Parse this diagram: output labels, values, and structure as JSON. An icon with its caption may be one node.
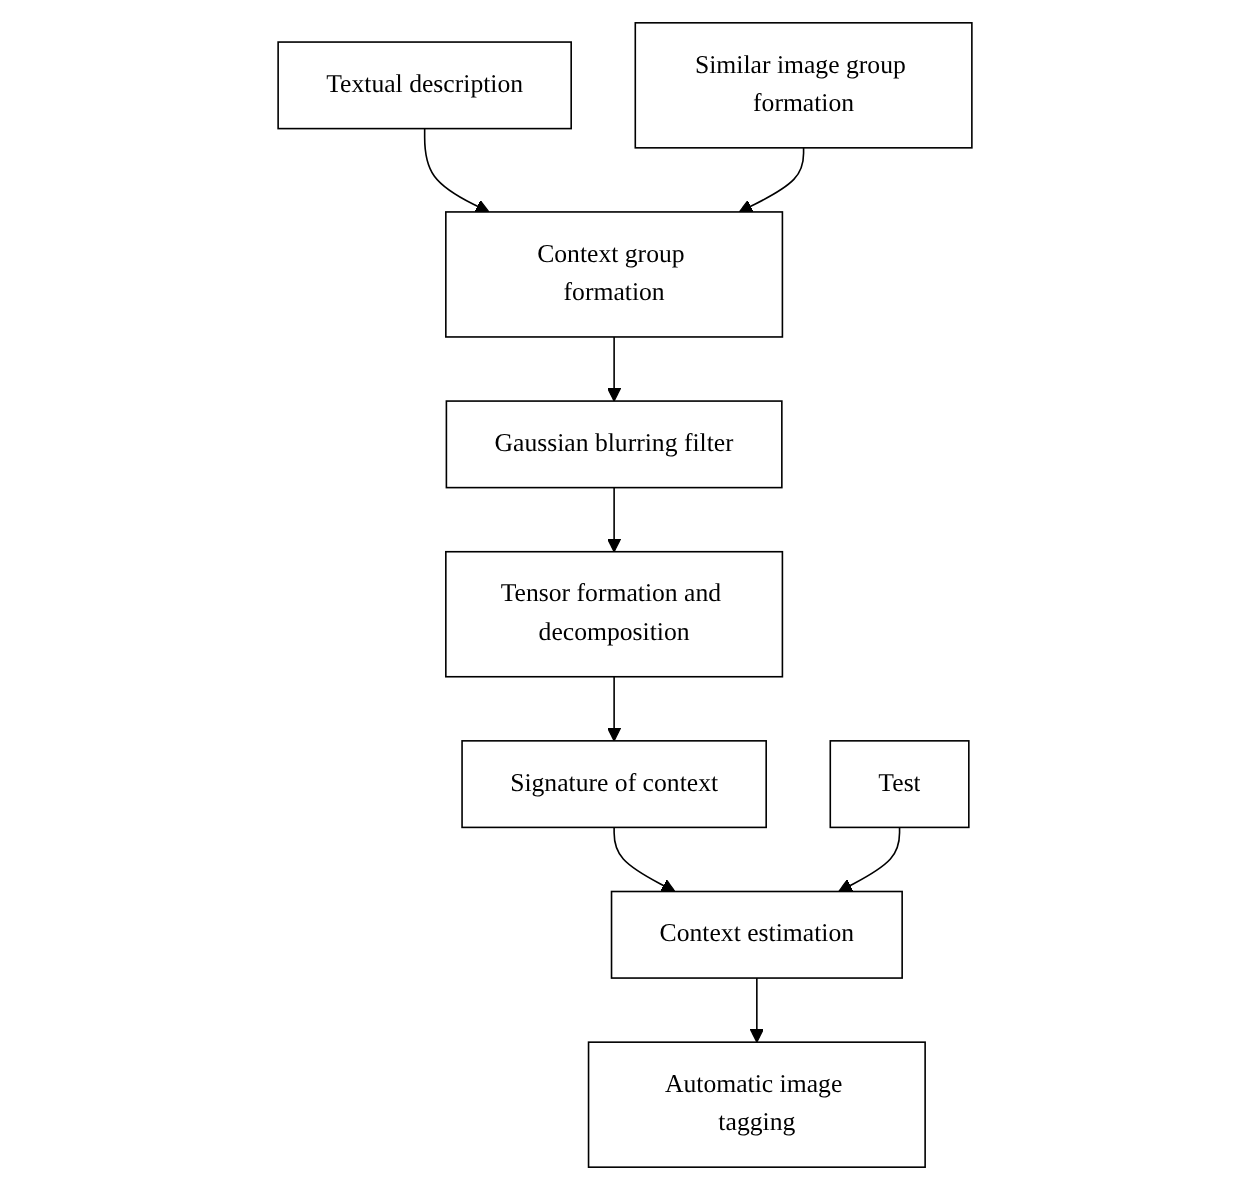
{
  "diagram": {
    "nodes": [
      {
        "text": [
          "Textual description"
        ]
      },
      {
        "text": [
          "Context group formation"
        ]
      },
      {
        "text": [
          "Similar image group formation"
        ]
      },
      {
        "text": [
          "Gaussian blurring filter"
        ]
      },
      {
        "text": [
          "Tensor formation and decomposition"
        ]
      },
      {
        "text": [
          "Signature of context"
        ]
      },
      {
        "text": [
          "Test"
        ]
      },
      {
        "text": [
          "Context estimation"
        ]
      },
      {
        "text": [
          "Automatic image tagging"
        ]
      }
    ],
    "edges": [
      {
        "from": 0,
        "to": 1,
        "arrow": "to"
      },
      {
        "from": 2,
        "to": 1,
        "arrow": "to"
      },
      {
        "from": 1,
        "to": 3,
        "arrow": "to"
      },
      {
        "from": 3,
        "to": 4,
        "arrow": "to"
      },
      {
        "from": 4,
        "to": 5,
        "arrow": "to"
      },
      {
        "from": 5,
        "to": 7,
        "arrow": "to"
      },
      {
        "from": 6,
        "to": 7,
        "arrow": "to"
      },
      {
        "from": 7,
        "to": 8,
        "arrow": "to"
      }
    ]
  }
}
